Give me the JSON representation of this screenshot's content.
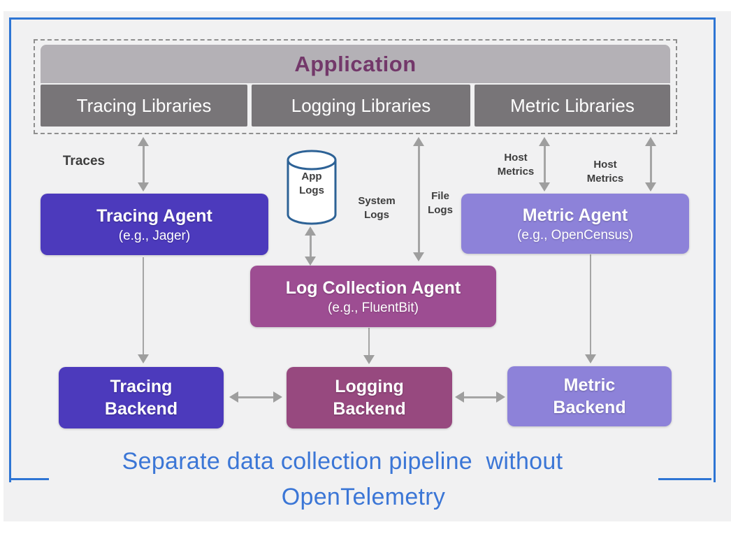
{
  "canvas": {
    "bg": "#ffffff",
    "panel_bg": "#f1f1f2",
    "frame_color": "#2e75d4",
    "arrow_color": "#a5a5a5"
  },
  "application": {
    "title": "Application",
    "title_color": "#73386a",
    "bar_bg": "#b4b1b6",
    "library_bg": "#787578",
    "libraries": [
      {
        "label": "Tracing Libraries"
      },
      {
        "label": "Logging Libraries"
      },
      {
        "label": "Metric Libraries"
      }
    ]
  },
  "edge_labels": {
    "traces": "Traces",
    "app_logs": "App\nLogs",
    "system_logs": "System\nLogs",
    "file_logs": "File\nLogs",
    "host_metrics_left": "Host\nMetrics",
    "host_metrics_right": "Host\nMetrics"
  },
  "agents": {
    "tracing": {
      "title": "Tracing Agent",
      "subtitle": "(e.g., Jager)",
      "color": "#4c3abc"
    },
    "log_collection": {
      "title": "Log Collection Agent",
      "subtitle": "(e.g., FluentBit)",
      "color": "#9d4d92"
    },
    "metric": {
      "title": "Metric Agent",
      "subtitle": "(e.g., OpenCensus)",
      "color": "#8d82d9"
    }
  },
  "backends": {
    "tracing": {
      "label": "Tracing\nBackend",
      "color": "#4c3abc"
    },
    "logging": {
      "label": "Logging\nBackend",
      "color": "#97497f"
    },
    "metric": {
      "label": "Metric\nBackend",
      "color": "#8d82d9"
    }
  },
  "cylinder": {
    "stroke": "#2d6296"
  },
  "caption": {
    "line1": "Separate data collection pipeline  without",
    "line2": "OpenTelemetry",
    "color": "#3b76d6"
  }
}
